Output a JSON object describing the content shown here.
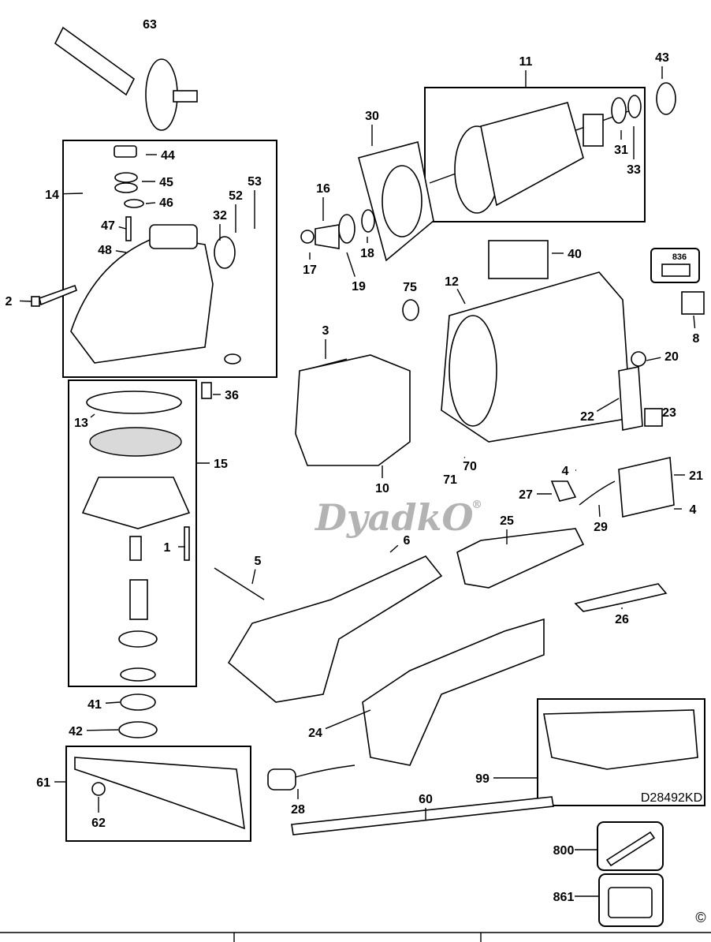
{
  "diagram": {
    "labels": [
      "63",
      "11",
      "43",
      "30",
      "44",
      "45",
      "46",
      "14",
      "16",
      "52",
      "53",
      "32",
      "47",
      "48",
      "17",
      "18",
      "19",
      "31",
      "33",
      "40",
      "836",
      "8",
      "12",
      "75",
      "2",
      "3",
      "20",
      "22",
      "23",
      "36",
      "13",
      "15",
      "10",
      "71",
      "70",
      "4",
      "21",
      "27",
      "4",
      "29",
      "25",
      "1",
      "6",
      "5",
      "26",
      "41",
      "42",
      "24",
      "61",
      "99",
      "28",
      "60",
      "62",
      "800",
      "861"
    ],
    "model_code": "D28492KD",
    "watermark": "DyadkO",
    "watermark_mark": "®",
    "copyright": "©"
  }
}
